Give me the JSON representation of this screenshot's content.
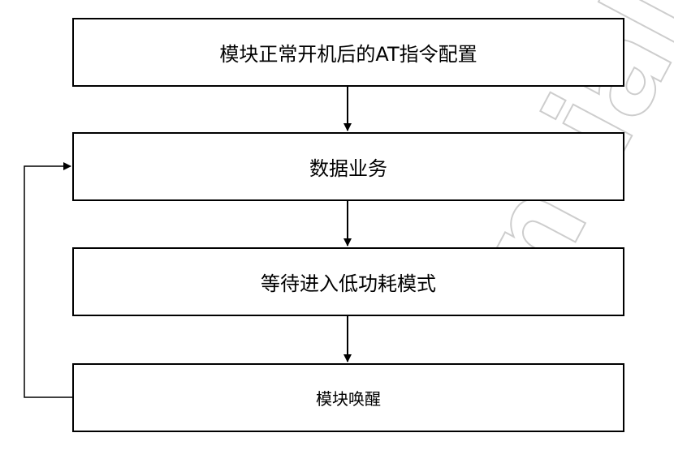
{
  "steps": [
    {
      "label": "模块正常开机后的AT指令配置"
    },
    {
      "label": "数据业务"
    },
    {
      "label": "等待进入低功耗模式"
    },
    {
      "label": "模块唤醒"
    }
  ],
  "watermark": {
    "text": "ntial"
  }
}
